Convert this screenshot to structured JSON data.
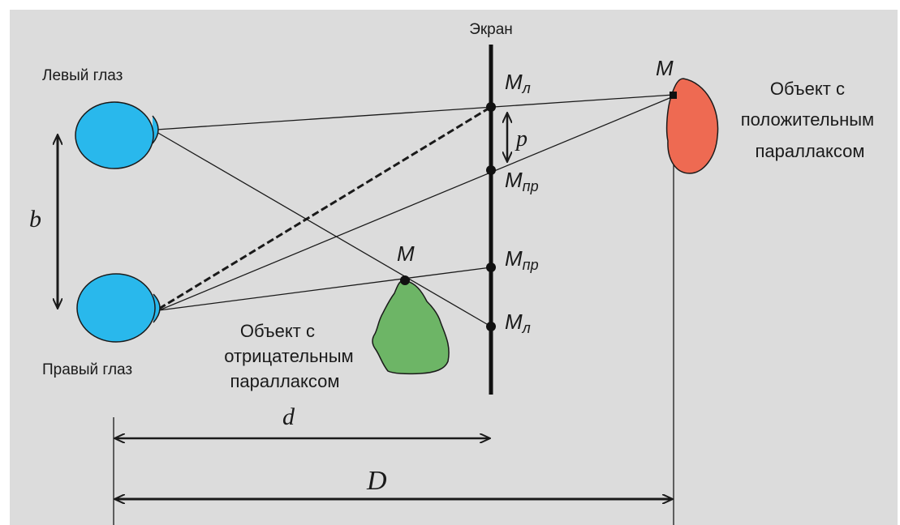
{
  "diagram": {
    "screen_label": "Экран",
    "left_eye_label": "Левый глаз",
    "right_eye_label": "Правый глаз",
    "positive_object": {
      "label_lines": [
        "Объект с",
        "положительным",
        "параллаксом"
      ],
      "point_label": "M"
    },
    "negative_object": {
      "label_lines": [
        "Объект с",
        "отрицательным",
        "параллаксом"
      ],
      "point_label": "M"
    },
    "screen_points": {
      "m_left_top": {
        "main": "M",
        "sub": "л"
      },
      "m_right_top": {
        "main": "M",
        "sub": "пр"
      },
      "m_right_bottom": {
        "main": "M",
        "sub": "пр"
      },
      "m_left_bottom": {
        "main": "M",
        "sub": "л"
      }
    },
    "parallax_label": "p",
    "eye_distance_label": "b",
    "screen_distance_label": "d",
    "object_distance_label": "D",
    "colors": {
      "background": "#dcdcdc",
      "eye": "#29b8ec",
      "positive_object": "#ee6a52",
      "negative_object": "#6db566",
      "lines": "#1a1a1a"
    }
  }
}
